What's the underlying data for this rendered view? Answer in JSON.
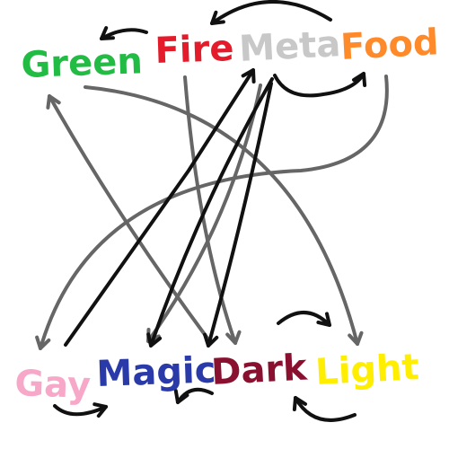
{
  "nodes": [
    {
      "id": "green",
      "label": "Green",
      "color": "#22bb44"
    },
    {
      "id": "fire",
      "label": "Fire",
      "color": "#e41b2a"
    },
    {
      "id": "meta",
      "label": "Meta",
      "color": "#c8c8c8"
    },
    {
      "id": "food",
      "label": "Food",
      "color": "#ff8a2a"
    },
    {
      "id": "gay",
      "label": "Gay",
      "color": "#f7a8c8"
    },
    {
      "id": "magic",
      "label": "Magic",
      "color": "#2a3aa8"
    },
    {
      "id": "dark",
      "label": "Dark",
      "color": "#8a1030"
    },
    {
      "id": "light",
      "label": "Light",
      "color": "#ffee00"
    }
  ],
  "edges": [
    {
      "from": "fire",
      "to": "green",
      "color": "black"
    },
    {
      "from": "food",
      "to": "meta",
      "color": "black"
    },
    {
      "from": "meta",
      "to": "food",
      "color": "black"
    },
    {
      "from": "gay",
      "to": "meta",
      "color": "black"
    },
    {
      "from": "meta",
      "to": "magic",
      "color": "black"
    },
    {
      "from": "meta",
      "to": "dark",
      "color": "black"
    },
    {
      "from": "gay",
      "to": "magic",
      "color": "black"
    },
    {
      "from": "dark",
      "to": "magic",
      "color": "black"
    },
    {
      "from": "light",
      "to": "dark",
      "color": "black"
    },
    {
      "from": "dark",
      "to": "light",
      "color": "black"
    },
    {
      "from": "dark",
      "to": "green",
      "color": "gray"
    },
    {
      "from": "green",
      "to": "light",
      "color": "gray"
    },
    {
      "from": "fire",
      "to": "dark",
      "color": "gray"
    },
    {
      "from": "food",
      "to": "gay",
      "color": "gray"
    },
    {
      "from": "meta",
      "to": "magic",
      "color": "gray"
    }
  ]
}
